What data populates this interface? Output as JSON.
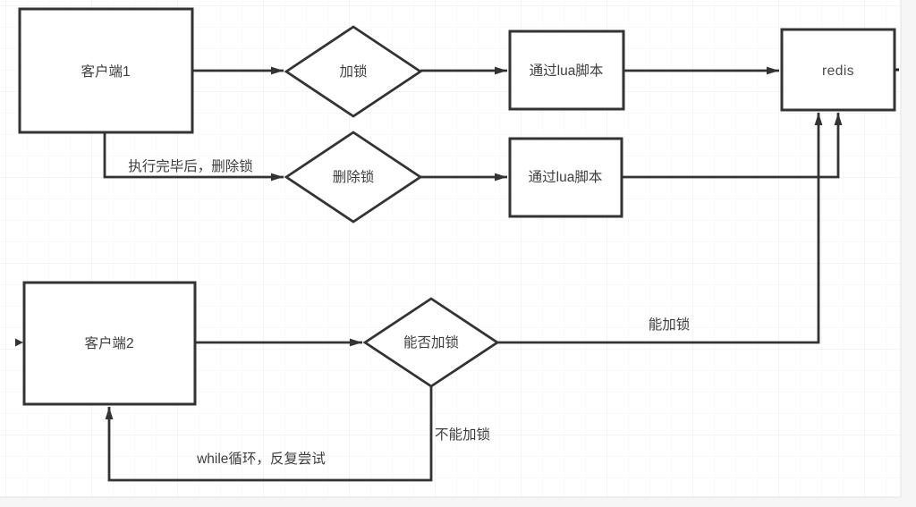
{
  "diagram": {
    "nodes": {
      "client1": {
        "label": "客户端1"
      },
      "lock": {
        "label": "加锁"
      },
      "lua_script_1": {
        "label": "通过lua脚本"
      },
      "redis": {
        "label": "redis"
      },
      "delete_lock": {
        "label": "删除锁"
      },
      "lua_script_2": {
        "label": "通过lua脚本"
      },
      "client2": {
        "label": "客户端2"
      },
      "can_lock": {
        "label": "能否加锁"
      }
    },
    "edge_labels": {
      "after_exec_delete": "执行完毕后，删除锁",
      "can_acquire": "能加锁",
      "cannot_acquire": "不能加锁",
      "while_retry": "while循环，反复尝试"
    },
    "colors": {
      "stroke": "#333333",
      "text": "#3d3d3d",
      "canvas": "#ffffff",
      "grid_minor": "#f3f3f3",
      "grid_major": "#e8e8e8",
      "outside": "#f6f6f6"
    }
  }
}
